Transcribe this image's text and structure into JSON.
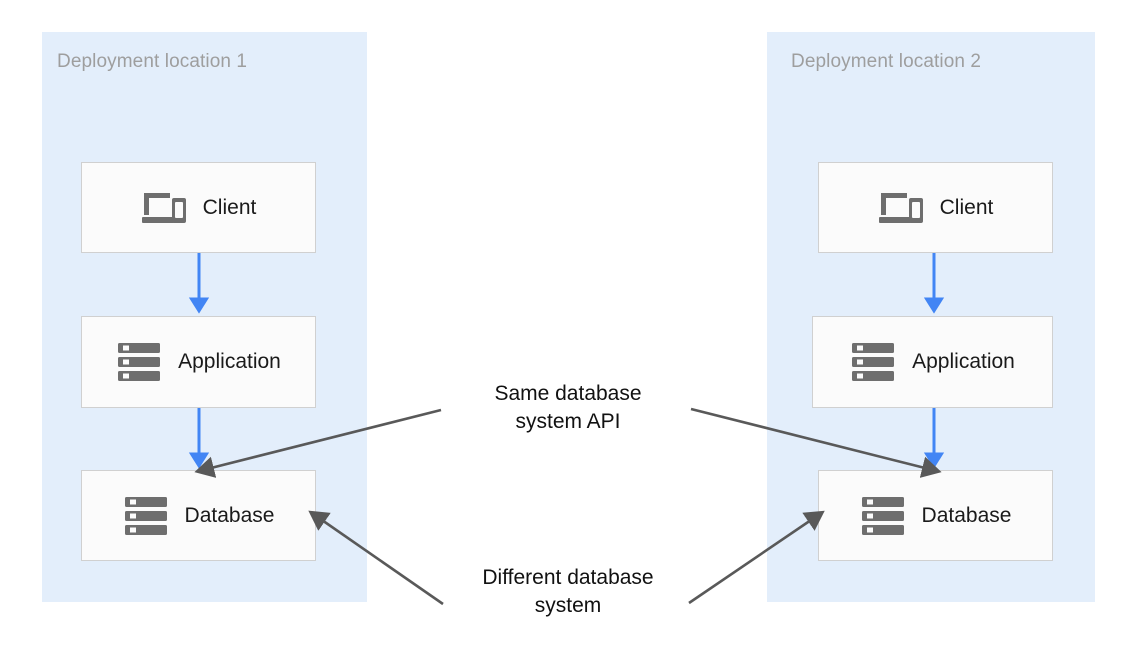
{
  "diagram": {
    "title_hidden": "",
    "colors": {
      "zone_background": "#e3eefb",
      "node_background": "#fbfbfb",
      "node_border": "#d0d0d0",
      "flow_arrow": "#4285f4",
      "annotation_arrow": "#595959",
      "zone_title_text": "#9e9e9e",
      "node_label_text": "#1a1a1a",
      "icon_gray": "#6e6e6e",
      "page_background": "#ffffff"
    },
    "zones": [
      {
        "id": "zone-1",
        "title": "Deployment location 1",
        "nodes": [
          {
            "id": "client-1",
            "label": "Client",
            "icon": "devices-icon"
          },
          {
            "id": "application-1",
            "label": "Application",
            "icon": "server-icon"
          },
          {
            "id": "database-1",
            "label": "Database",
            "icon": "server-icon"
          }
        ],
        "flow": [
          {
            "from": "client-1",
            "to": "application-1"
          },
          {
            "from": "application-1",
            "to": "database-1"
          }
        ]
      },
      {
        "id": "zone-2",
        "title": "Deployment location 2",
        "nodes": [
          {
            "id": "client-2",
            "label": "Client",
            "icon": "devices-icon"
          },
          {
            "id": "application-2",
            "label": "Application",
            "icon": "server-icon"
          },
          {
            "id": "database-2",
            "label": "Database",
            "icon": "server-icon"
          }
        ],
        "flow": [
          {
            "from": "client-2",
            "to": "application-2"
          },
          {
            "from": "application-2",
            "to": "database-2"
          }
        ]
      }
    ],
    "annotations": [
      {
        "id": "same-api",
        "text": "Same database\nsystem API",
        "points_to": [
          "database-1",
          "database-2"
        ]
      },
      {
        "id": "different-system",
        "text": "Different database\nsystem",
        "points_to": [
          "database-1",
          "database-2"
        ]
      }
    ]
  }
}
